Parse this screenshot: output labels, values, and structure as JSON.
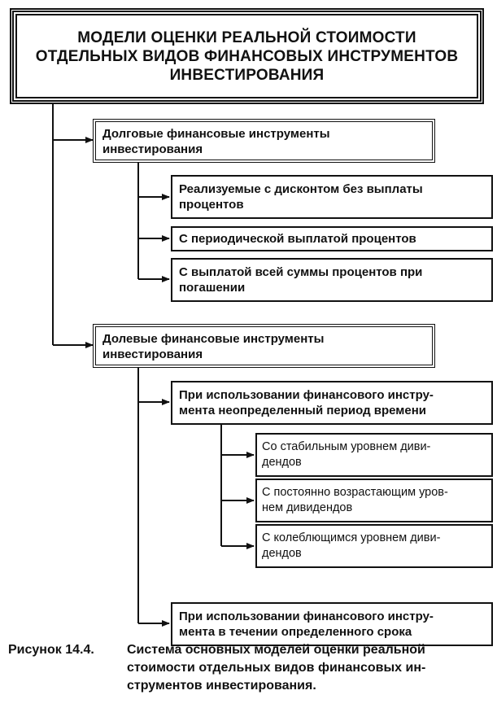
{
  "title": "МОДЕЛИ ОЦЕНКИ РЕАЛЬНОЙ СТОИМОСТИ\nОТДЕЛЬНЫХ ВИДОВ ФИНАНСОВЫХ ИНСТРУМЕНТОВ\nИНВЕСТИРОВАНИЯ",
  "debt": {
    "label": "Долговые финансовые инструменты\nинвестирования",
    "children": [
      "Реализуемые с дисконтом без выплаты\nпроцентов",
      "С периодической выплатой процентов",
      "С выплатой всей суммы процентов при\nпогашении"
    ]
  },
  "equity": {
    "label": "Долевые финансовые инструменты\nинвестирования",
    "indefinite": {
      "label": "При использовании финансового инстру-\nмента неопределенный период времени",
      "children": [
        "Со стабильным уровнем диви-\nдендов",
        "С постоянно возрастающим уров-\nнем дивидендов",
        "С колеблющимся уровнем диви-\nдендов"
      ]
    },
    "definite": "При использовании финансового инстру-\nмента в течении определенного срока"
  },
  "caption": {
    "label": "Рисунок 14.4.",
    "text": "Система основных моделей оценки реальной\nстоимости отдельных видов финансовых ин-\nструментов инвестирования."
  }
}
